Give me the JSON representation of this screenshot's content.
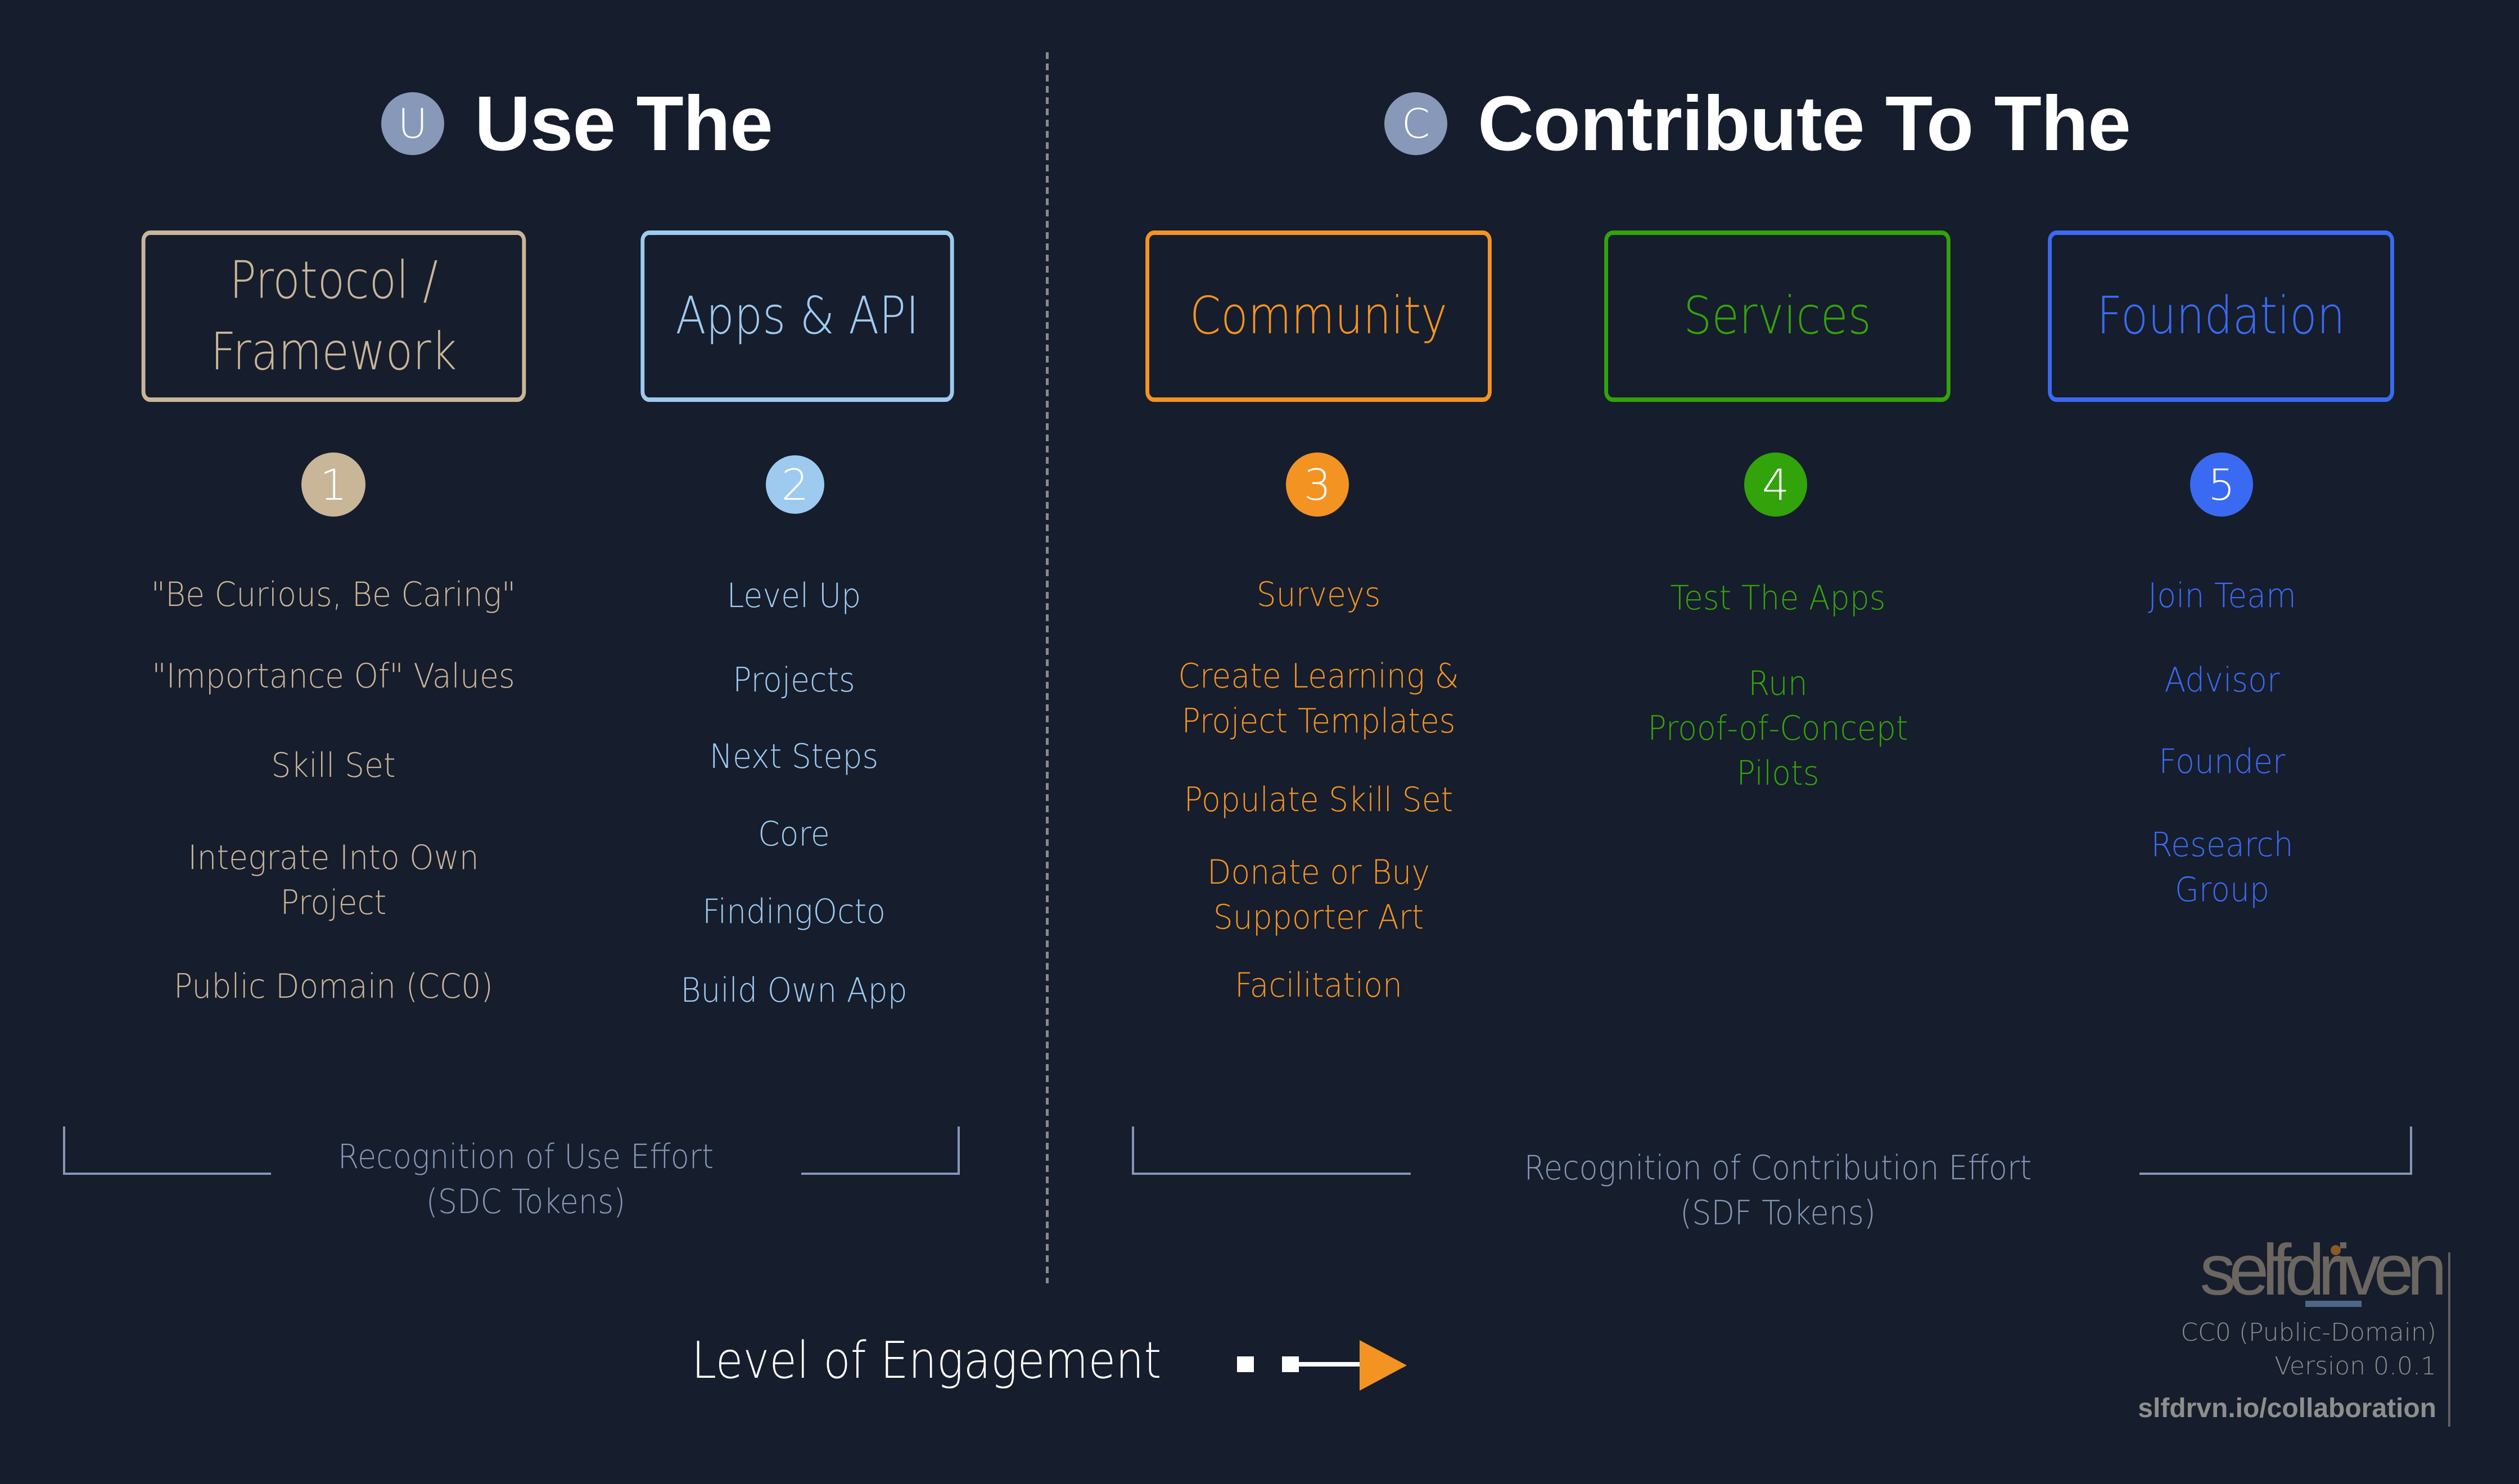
{
  "header": {
    "use": {
      "badge": "U",
      "title": "Use The"
    },
    "contribute": {
      "badge": "C",
      "title": "Contribute To The"
    }
  },
  "categories": [
    {
      "label_line1": "Protocol /",
      "label_line2": "Framework",
      "number": "1",
      "color": "#c9b598",
      "items": [
        "\"Be Curious, Be Caring\"",
        "\"Importance Of\" Values",
        "Skill Set",
        "Integrate Into Own\nProject",
        "Public Domain (CC0)"
      ]
    },
    {
      "label_line1": "Apps & API",
      "label_line2": "",
      "number": "2",
      "color": "#9ecaf0",
      "items": [
        "Level Up",
        "Projects",
        "Next Steps",
        "Core",
        "FindingOcto",
        "Build Own App"
      ]
    },
    {
      "label_line1": "Community",
      "label_line2": "",
      "number": "3",
      "color": "#f39322",
      "items": [
        "Surveys",
        "Create Learning &\nProject Templates",
        "Populate Skill Set",
        "Donate or Buy\nSupporter Art",
        "Facilitation"
      ]
    },
    {
      "label_line1": "Services",
      "label_line2": "",
      "number": "4",
      "color": "#32a30a",
      "items": [
        "Test The Apps",
        "Run\nProof-of-Concept\nPilots"
      ]
    },
    {
      "label_line1": "Foundation",
      "label_line2": "",
      "number": "5",
      "color": "#3a6af2",
      "items": [
        "Join Team",
        "Advisor",
        "Founder",
        "Research\nGroup"
      ]
    }
  ],
  "recognition": {
    "use": {
      "line1": "Recognition of Use Effort",
      "line2": "(SDC Tokens)"
    },
    "contribute": {
      "line1": "Recognition of Contribution Effort",
      "line2": "(SDF Tokens)"
    }
  },
  "engagement": {
    "label": "Level of Engagement",
    "arrow_color": "#f39322"
  },
  "footer": {
    "logo": "selfdriven",
    "license": "CC0 (Public-Domain)",
    "version": "Version 0.0.1",
    "url": "slfdrvn.io/collaboration"
  }
}
